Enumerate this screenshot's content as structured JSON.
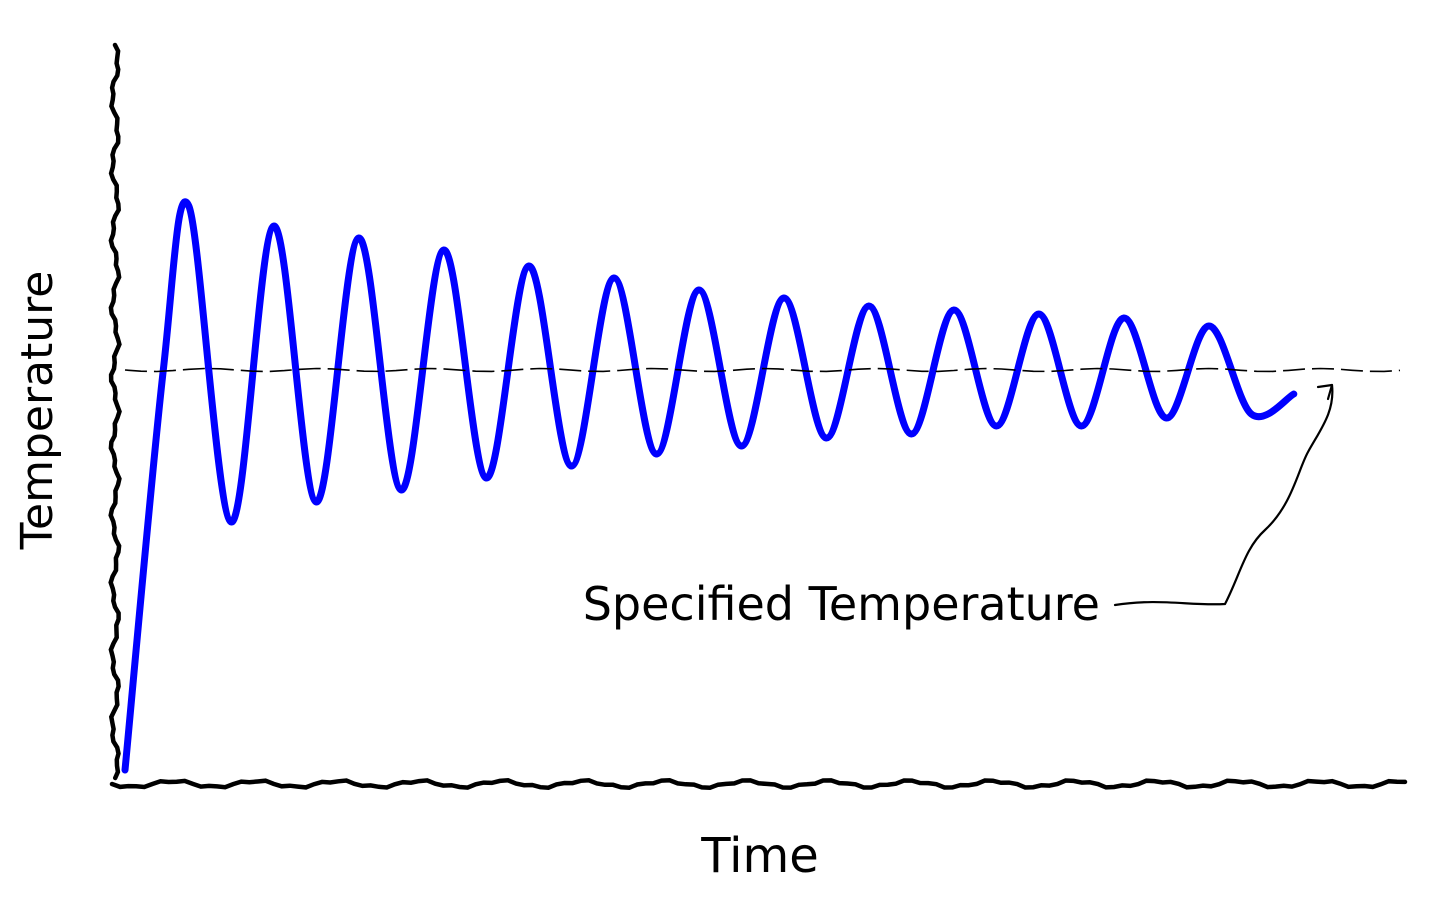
{
  "chart_data": {
    "type": "line",
    "title": "",
    "xlabel": "Time",
    "ylabel": "Temperature",
    "xlim": [
      0,
      15
    ],
    "ylim": [
      -10,
      10
    ],
    "grid": false,
    "legend": "none",
    "series": [
      {
        "name": "",
        "color": "#0000ff",
        "x": [
          0.0,
          0.45,
          0.75,
          1.25,
          1.75,
          2.25,
          2.75,
          3.25,
          3.75,
          4.25,
          4.75,
          5.25,
          5.75,
          6.25,
          6.75,
          7.25,
          7.75,
          8.25,
          8.75,
          9.25,
          9.75,
          10.25,
          10.75,
          11.25,
          11.75,
          12.25,
          12.75,
          13.25,
          13.75
        ],
        "y": [
          -10.0,
          0.0,
          4.1,
          -3.8,
          3.6,
          -3.3,
          3.3,
          -3.0,
          3.0,
          -2.7,
          2.6,
          -2.4,
          2.3,
          -2.1,
          2.0,
          -1.9,
          1.8,
          -1.7,
          1.6,
          -1.6,
          1.5,
          -1.4,
          1.4,
          -1.4,
          1.3,
          -1.2,
          1.1,
          -1.1,
          -0.6
        ]
      },
      {
        "name": "",
        "color": "#000000",
        "style": "dashed",
        "x": [
          0.0,
          15.0
        ],
        "y": [
          0.0,
          0.0
        ]
      }
    ],
    "annotations": [
      {
        "text": "Specified Temperature",
        "points_to_x": 14.2,
        "points_to_y": 0.0
      }
    ]
  }
}
